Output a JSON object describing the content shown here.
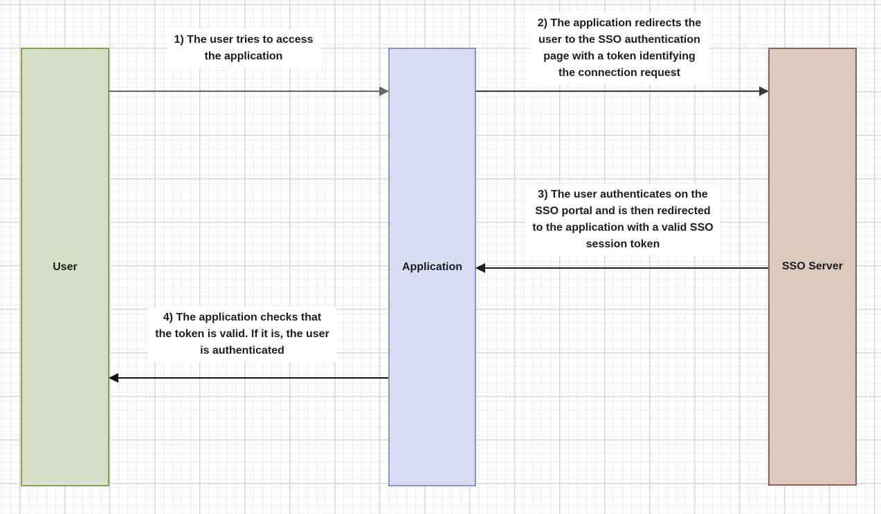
{
  "actors": [
    {
      "label": "User",
      "fill": "#d5e0c6",
      "border": "#87a052"
    },
    {
      "label": "Application",
      "fill": "#d8dcf2",
      "border": "#8a93c9"
    },
    {
      "label": "SSO Server",
      "fill": "#dcc8be",
      "border": "#8f6156"
    }
  ],
  "messages": [
    {
      "step": "1",
      "direction": "right",
      "arrow_color": "#666666",
      "lines": [
        "1) The user tries to access",
        "the application"
      ]
    },
    {
      "step": "2",
      "direction": "right",
      "arrow_color": "#3a3a3a",
      "lines": [
        "2) The application redirects the",
        "user to the SSO authentication",
        "page with a token identifying",
        "the connection request"
      ]
    },
    {
      "step": "3",
      "direction": "left",
      "arrow_color": "#1e1e1e",
      "lines": [
        "3) The user authenticates on the",
        "SSO portal and is then redirected",
        "to the application with a valid SSO",
        "session token"
      ]
    },
    {
      "step": "4",
      "direction": "left",
      "arrow_color": "#111111",
      "lines": [
        "4) The application checks that",
        "the token is valid. If it is, the user",
        "is authenticated"
      ]
    }
  ],
  "grid": {
    "minor_color": "#ededed",
    "major_color": "#d7d7d7",
    "background": "#ffffff"
  },
  "text_color": "#1c1c1c"
}
